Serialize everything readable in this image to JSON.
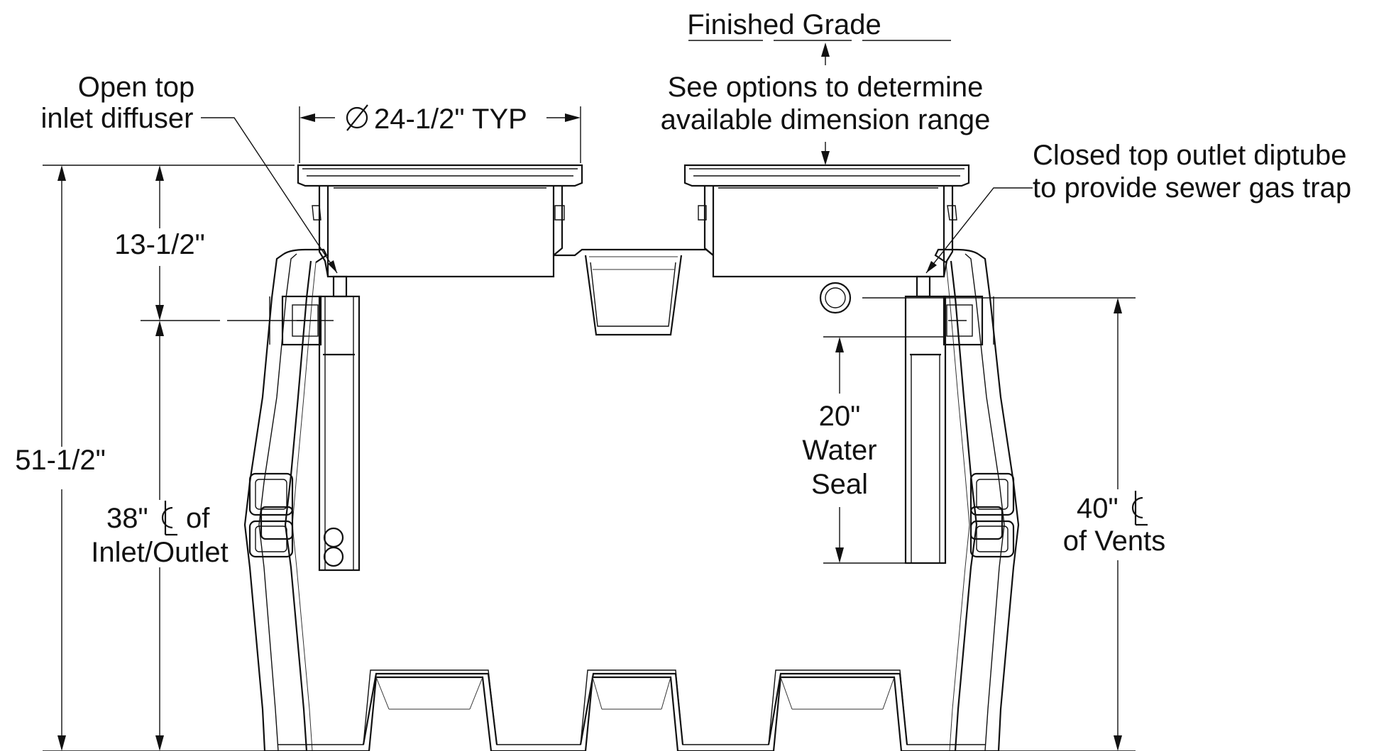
{
  "labels": {
    "finished_grade": "Finished Grade",
    "see_options_1": "See options to determine",
    "see_options_2": "available dimension range",
    "inlet_diffuser_1": "Open top",
    "inlet_diffuser_2": "inlet diffuser",
    "cover_dim": "24-1/2\" TYP",
    "outlet_diptube_1": "Closed top outlet diptube",
    "outlet_diptube_2": "to provide sewer gas trap",
    "dim_13": "13-1/2\"",
    "dim_51": "51-1/2\"",
    "dim_38_1": "38\"",
    "dim_38_2": "of",
    "dim_38_3": "Inlet/Outlet",
    "dim_20_1": "20\"",
    "dim_20_2": "Water",
    "dim_20_3": "Seal",
    "dim_40_1": "40\"",
    "dim_40_2": "of Vents"
  },
  "symbols": {
    "diameter": "diameter-symbol",
    "centerline": "centerline-symbol"
  },
  "colors": {
    "line": "#111111",
    "background": "#ffffff"
  }
}
